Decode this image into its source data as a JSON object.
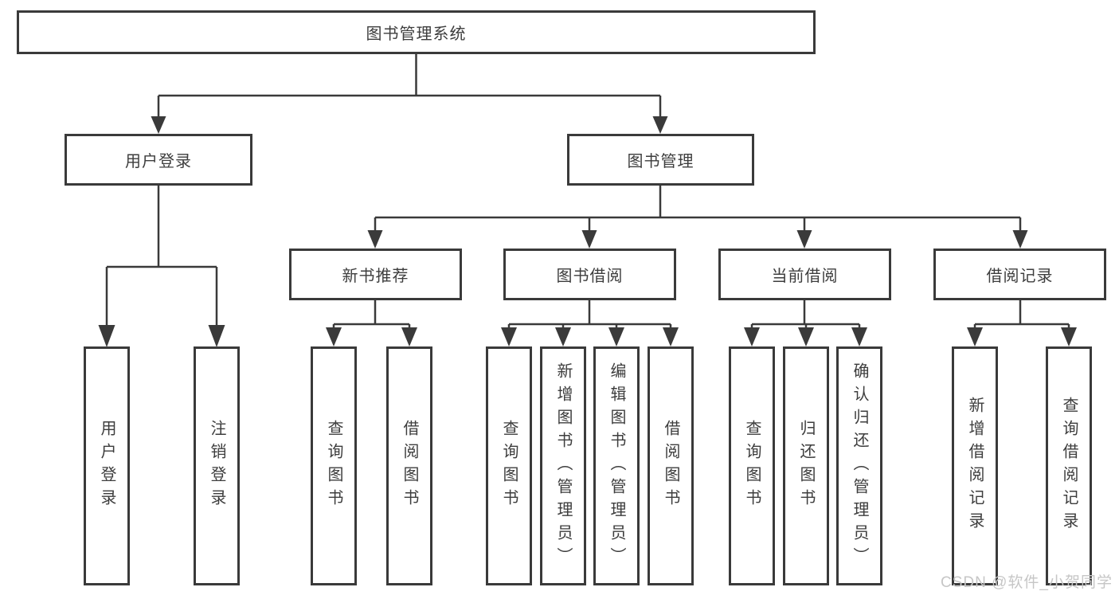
{
  "diagram": {
    "type": "tree",
    "root": {
      "label": "图书管理系统"
    },
    "children": [
      {
        "label": "用户登录",
        "children": [
          {
            "label": "用户登录"
          },
          {
            "label": "注销登录"
          }
        ]
      },
      {
        "label": "图书管理",
        "children": [
          {
            "label": "新书推荐",
            "children": [
              {
                "label": "查询图书"
              },
              {
                "label": "借阅图书"
              }
            ]
          },
          {
            "label": "图书借阅",
            "children": [
              {
                "label": "查询图书"
              },
              {
                "label": "新增图书（管理员）"
              },
              {
                "label": "编辑图书（管理员）"
              },
              {
                "label": "借阅图书"
              }
            ]
          },
          {
            "label": "当前借阅",
            "children": [
              {
                "label": "查询图书"
              },
              {
                "label": "归还图书"
              },
              {
                "label": "确认归还（管理员）"
              }
            ]
          },
          {
            "label": "借阅记录",
            "children": [
              {
                "label": "新增借阅记录"
              },
              {
                "label": "查询借阅记录"
              }
            ]
          }
        ]
      }
    ]
  },
  "watermark": {
    "text": "CSDN @软件_小贺同学",
    "color": "#c6c6c6"
  },
  "colors": {
    "line": "#3a3a3a",
    "text": "#3d3d3d",
    "background": "#ffffff"
  }
}
